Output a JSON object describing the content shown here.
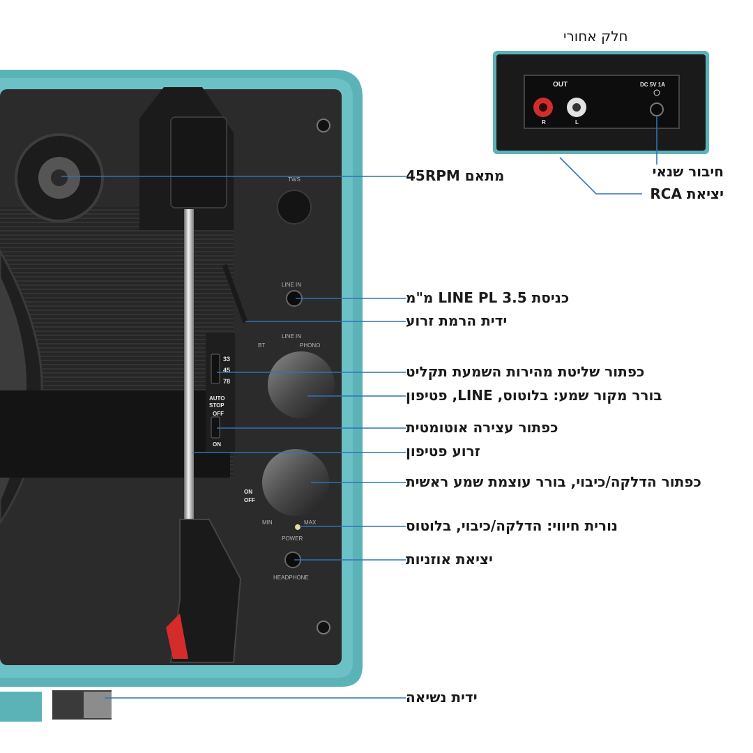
{
  "rear_panel": {
    "title": "חלק אחורי",
    "out": "OUT",
    "dc": "DC 5V 1A",
    "r": "R",
    "l": "L"
  },
  "panel_markings": {
    "tws": "TWS",
    "line_in": "LINE IN",
    "bt": "BT",
    "line_in2": "LINE IN",
    "phono": "PHONO",
    "s33": "33",
    "s45": "45",
    "s78": "78",
    "auto": "AUTO",
    "stop": "STOP",
    "off": "OFF",
    "on": "ON",
    "on2": "ON",
    "off2": "OFF",
    "min": "MIN",
    "max": "MAX",
    "power": "POWER",
    "headphone": "HEADPHONE"
  },
  "callouts": {
    "dc_power": "חיבור שנאי",
    "rca_out": "יציאת RCA",
    "adapter_45": "מתאם 45RPM",
    "line_in": "כניסת LINE PL 3.5 מ\"מ",
    "arm_lift": "ידית הרמת זרוע",
    "speed": "כפתור שליטת מהירות השמעת תקליט",
    "source": "בורר מקור שמע: בלוטוס, LINE, פטיפון",
    "auto_stop": "כפתור עצירה אוטומטית",
    "tonearm": "זרוע פטיפון",
    "power_volume": "כפתור הדלקה/כיבוי, בורר עוצמת שמע ראשית",
    "indicator": "נורית חיווי: הדלקה/כיבוי, בלוטוס",
    "headphone": "יציאת אוזניות",
    "handle": "ידית נשיאה"
  },
  "colors": {
    "case": "#5bb3b8",
    "panel": "#2b2b2b",
    "leader": "#2f73b5"
  }
}
